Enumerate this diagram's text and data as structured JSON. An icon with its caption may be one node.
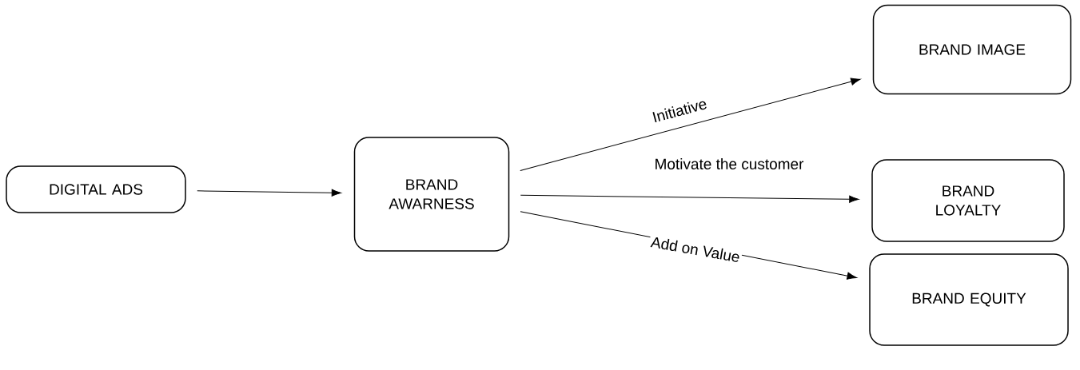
{
  "diagram": {
    "nodes": [
      {
        "text": [
          "DIGITAL ADS"
        ]
      },
      {
        "text": [
          "BRAND AWARNESS"
        ]
      },
      {
        "text": [
          "BRAND IMAGE"
        ]
      },
      {
        "text": [
          "BRAND LOYALTY"
        ]
      },
      {
        "text": [
          "BRAND EQUITY"
        ]
      }
    ],
    "edges": [
      {
        "from": 0,
        "to": 1,
        "arrow": "to"
      },
      {
        "from": 1,
        "to": 2,
        "arrow": "to",
        "label": "Initiative"
      },
      {
        "from": 1,
        "to": 3,
        "arrow": "to",
        "label": "Motivate the customer"
      },
      {
        "from": 1,
        "to": 4,
        "arrow": "to",
        "label": "Add on Value"
      }
    ]
  }
}
